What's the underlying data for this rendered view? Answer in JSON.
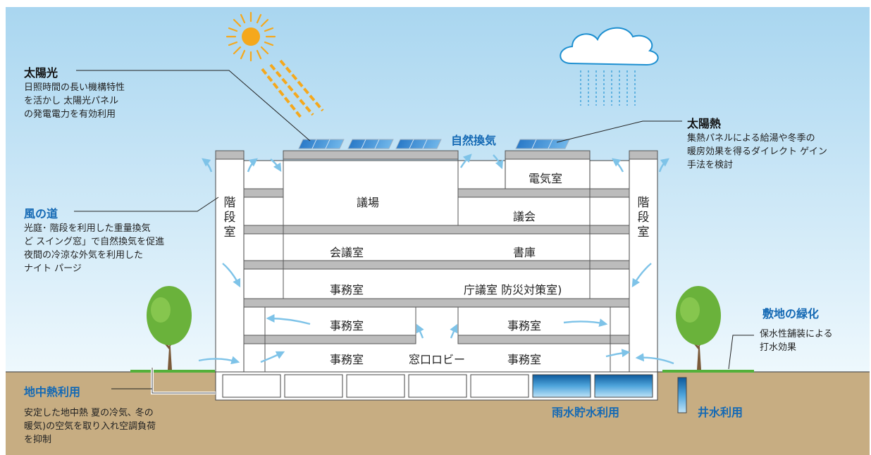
{
  "colors": {
    "sky_top": "#a9d6f0",
    "sky_bottom": "#e8f5fc",
    "ground": "#c7ad82",
    "slab": "#bcbcbc",
    "water": "#2a7fc0",
    "title_blue": "#1469b4",
    "sun": "#f5a81c",
    "rain": "#4aa7dc"
  },
  "callouts": {
    "solar_light": {
      "title": "太陽光",
      "lines": [
        "日照時間の長い機構特性",
        "を活かし 太陽光パネル",
        "の発電電力を有効利用"
      ]
    },
    "solar_heat": {
      "title": "太陽熱",
      "lines": [
        "集熱パネルによる給湯や冬季の",
        "暖房効果を得るダイレクト ゲイン",
        "手法を検討"
      ]
    },
    "wind_path": {
      "title": "風の道",
      "lines": [
        "光庭･ 階段を利用した重量換気",
        "ど スイング窓」で自然換気を促進",
        "夜間の冷涼な外気を利用した",
        "ナイト パージ"
      ]
    },
    "natural_ventilation": {
      "title": "自然換気"
    },
    "site_greening": {
      "title": "敷地の緑化",
      "lines": [
        "保水性舗装による",
        "打水効果"
      ]
    },
    "geothermal": {
      "title": "地中熱利用",
      "lines": [
        "安定した地中熱 夏の冷気､ 冬の",
        "暖気)の空気を取り入れ空調負荷",
        "を抑制"
      ]
    },
    "rainwater": {
      "title": "雨水貯水利用"
    },
    "well_water": {
      "title": "井水利用"
    }
  },
  "rooms": {
    "electrical": "電気室",
    "assembly_hall": "議場",
    "council": "議会",
    "meeting": "会議室",
    "library": "書庫",
    "office_4f": "事務室",
    "office_2f_left": "事務室",
    "office_2f_right": "事務室",
    "office_1f_left": "事務室",
    "office_1f_right": "事務室",
    "counter_lobby": "窓口ロビー",
    "agency_council": "庁議室 防災対策室)",
    "stair_left": "階段室",
    "stair_right": "階段室"
  }
}
